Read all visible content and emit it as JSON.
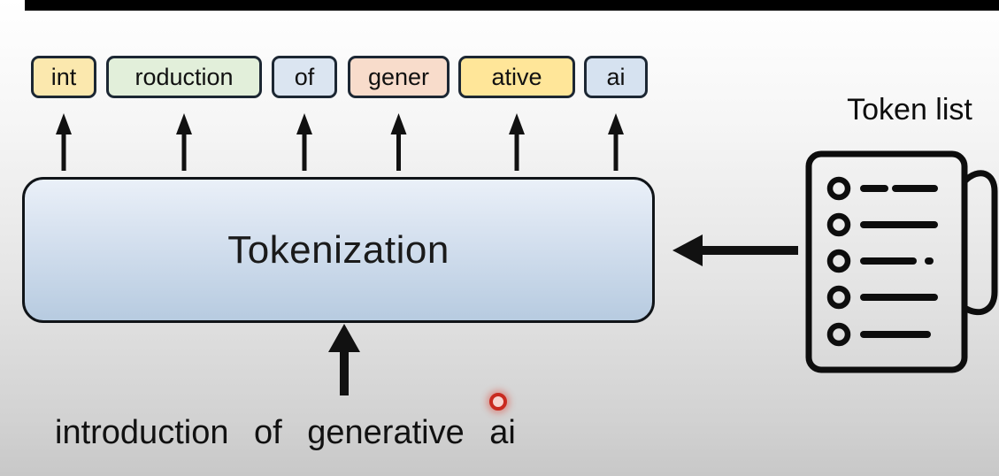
{
  "colors": {
    "stroke": "#111111",
    "tokenizer_fill_top": "#eaf0f8",
    "tokenizer_fill_bottom": "#b7cbe0",
    "red_dot": "#c92a1f"
  },
  "tokens": [
    {
      "label": "int",
      "color": "#fbe8ae"
    },
    {
      "label": "roduction",
      "color": "#e2efda"
    },
    {
      "label": "of",
      "color": "#dbe5f1"
    },
    {
      "label": "gener",
      "color": "#f8dccb"
    },
    {
      "label": "ative",
      "color": "#ffe699"
    },
    {
      "label": "ai",
      "color": "#d6e2f0"
    }
  ],
  "tokenizer": {
    "label": "Tokenization"
  },
  "input_sentence": "introduction of generative ai",
  "token_list": {
    "label": "Token list",
    "icon": "scroll-list-icon"
  }
}
